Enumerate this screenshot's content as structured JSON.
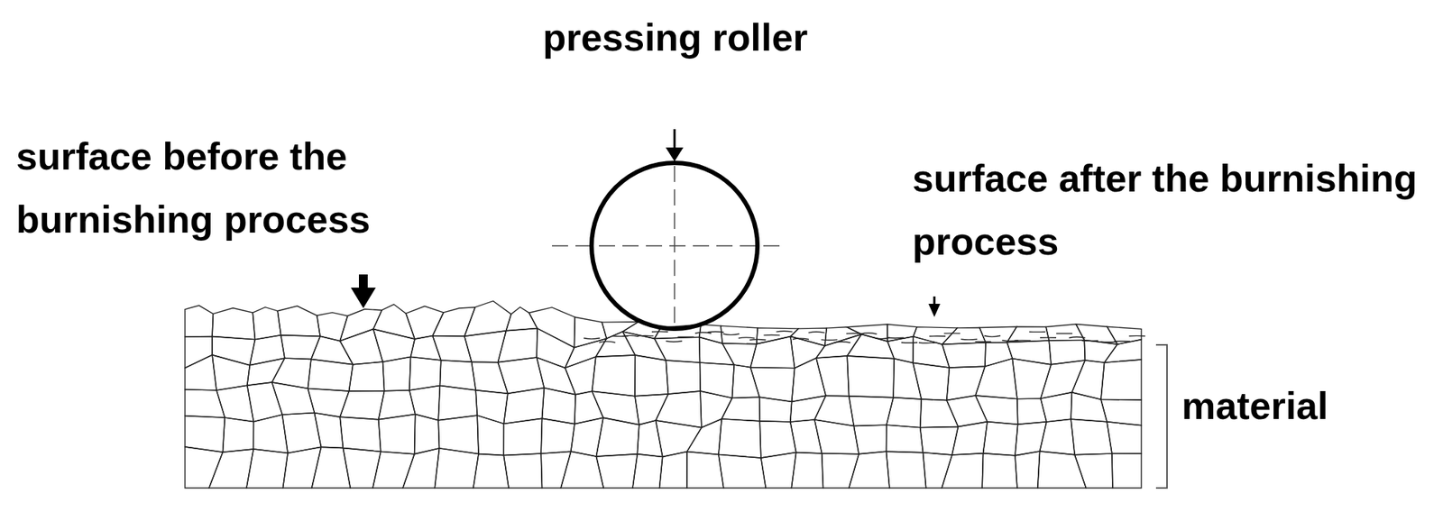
{
  "diagram": {
    "labels": [
      "pressing roller",
      "surface before the burnishing process",
      "surface after the burnishing process",
      "material"
    ]
  }
}
